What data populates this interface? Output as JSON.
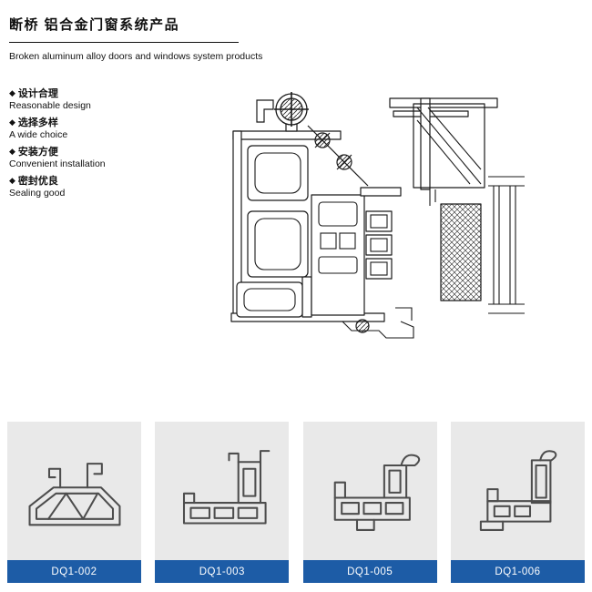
{
  "header": {
    "title_cn": "断桥  铝合金门窗系统产品",
    "title_en": "Broken aluminum alloy doors and windows system products"
  },
  "features": [
    {
      "bullet": "◆",
      "cn": "设计合理",
      "en": "Reasonable design"
    },
    {
      "bullet": "◆",
      "cn": "选择多样",
      "en": "A wide choice"
    },
    {
      "bullet": "◆",
      "cn": "安装方便",
      "en": "Convenient installation"
    },
    {
      "bullet": "◆",
      "cn": "密封优良",
      "en": "Sealing good"
    }
  ],
  "diagram": {
    "description": "Thermal-break aluminum door/window profile assembly cross-section"
  },
  "products": [
    {
      "code": "DQ1-002"
    },
    {
      "code": "DQ1-003"
    },
    {
      "code": "DQ1-005"
    },
    {
      "code": "DQ1-006"
    }
  ],
  "colors": {
    "accent_blue": "#1d5ca6",
    "card_gray": "#e9e9e9",
    "line_dark": "#1a1a1a"
  }
}
